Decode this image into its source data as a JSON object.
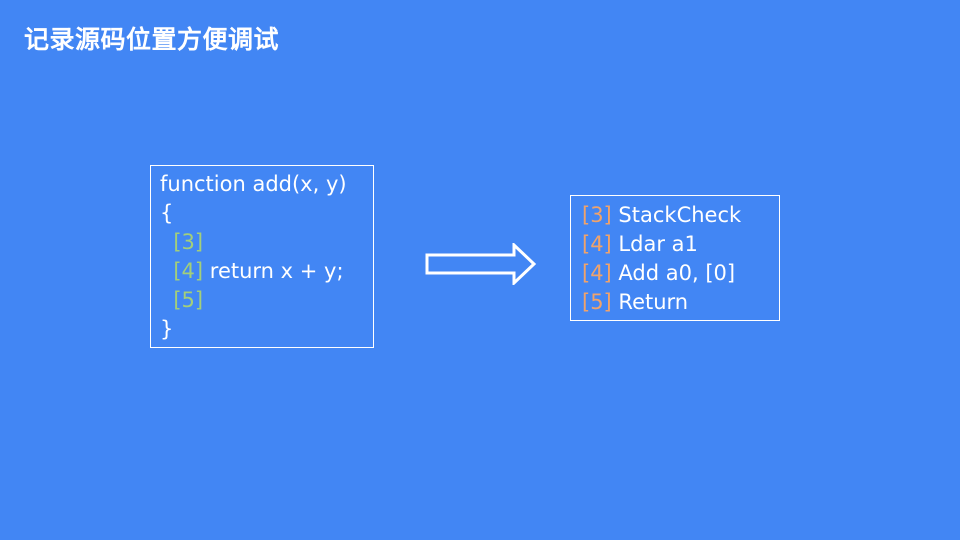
{
  "title": "记录源码位置方便调试",
  "source": {
    "lines": [
      {
        "marker": "",
        "text": "function add(x, y)"
      },
      {
        "marker": "",
        "text": "{"
      },
      {
        "marker": "[3]",
        "text": ""
      },
      {
        "marker": "[4]",
        "text": " return x + y;"
      },
      {
        "marker": "[5]",
        "text": ""
      },
      {
        "marker": "",
        "text": "}"
      }
    ]
  },
  "bytecode": {
    "lines": [
      {
        "marker": "[3]",
        "text": " StackCheck"
      },
      {
        "marker": "[4]",
        "text": " Ldar a1"
      },
      {
        "marker": "[4]",
        "text": " Add a0, [0]"
      },
      {
        "marker": "[5]",
        "text": " Return"
      }
    ]
  },
  "colors": {
    "background": "#4286f4",
    "source_marker": "#a3cf7a",
    "bytecode_marker": "#f0a36b",
    "text": "#ffffff"
  },
  "icons": {
    "arrow": "right-arrow-icon"
  }
}
